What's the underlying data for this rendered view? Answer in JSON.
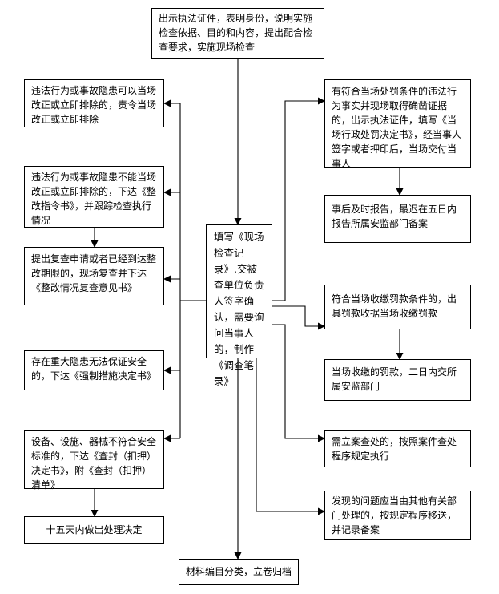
{
  "nodes": {
    "top": "出示执法证件，表明身份，说明实施检查依据、目的和内容，提出配合检查要求，实施现场检查",
    "center": "填写《现场检查记录》,交被查单位负责人签字确认，需要询问当事人的，制作《调查笔录》",
    "bottom": "材料编目分类，立卷归档",
    "left": [
      "违法行为或事故隐患可以当场改正或立即排除的，责令当场改正或立即排除",
      "违法行为或事故隐患不能当场改正或立即排除的，下达《整改指令书》，并跟踪检查执行情况",
      "提出复查申请或者已经到达整改期限的，现场复查并下达《整改情况复查意见书》",
      "存在重大隐患无法保证安全的，下达《强制措施决定书》",
      "设备、设施、器械不符合安全标准的，下达《查封（扣押）决定书》，附《查封（扣押）清单》",
      "十五天内做出处理决定"
    ],
    "right": [
      "有符合当场处罚条件的违法行为事实并现场取得确凿证据的，出示执法证件，填写《当场行政处罚决定书》，经当事人签字或者押印后，当场交付当事人",
      "事后及时报告，最迟在五日内报告所属安监部门备案",
      "符合当场收缴罚款条件的，出具罚款收据当场收缴罚款",
      "当场收缴的罚款，二日内交所属安监部门",
      "需立案查处的，按照案件查处程序规定执行",
      "发现的问题应当由其他有关部门处理的，按规定程序移送，并记录备案"
    ]
  }
}
